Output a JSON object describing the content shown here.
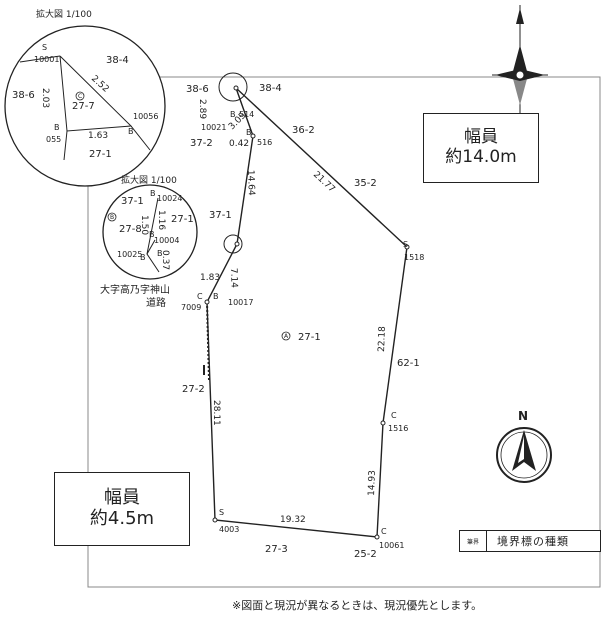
{
  "scale_labels": {
    "inset_top": "拡大図 1/100",
    "inset_middle": "拡大図 1/100"
  },
  "road_east": {
    "title": "幅員",
    "width": "約14.0m"
  },
  "road_west": {
    "title": "幅員",
    "width": "約4.5m"
  },
  "road_name": {
    "line1": "大字高乃字神山",
    "line2": "道路"
  },
  "legend": {
    "header": "筆界",
    "label": "境界標の種類"
  },
  "note": "※図面と現況が異なるときは、現況優先とします。",
  "north_label": "N",
  "subject_lot": {
    "marker": "A",
    "lot": "27-1"
  },
  "neighbor_lots": [
    {
      "id": "38-6"
    },
    {
      "id": "38-4"
    },
    {
      "id": "37-2"
    },
    {
      "id": "36-2"
    },
    {
      "id": "35-2"
    },
    {
      "id": "37-1"
    },
    {
      "id": "62-1"
    },
    {
      "id": "27-2"
    },
    {
      "id": "27-3"
    },
    {
      "id": "25-2"
    }
  ],
  "points": [
    {
      "type": "S",
      "number": "1518"
    },
    {
      "type": "C",
      "number": "1516"
    },
    {
      "type": "C",
      "number": "10061"
    },
    {
      "type": "S",
      "number": "4003"
    },
    {
      "type": "C",
      "number": "7009"
    },
    {
      "type": "B",
      "number": "10017"
    },
    {
      "type": "B",
      "number": "516"
    },
    {
      "type": "B",
      "number": "514"
    },
    {
      "type": "",
      "number": "10021"
    }
  ],
  "dimensions": {
    "d_north_east": "21.77",
    "d_east": "22.18",
    "d_south_east": "14.93",
    "d_south": "19.32",
    "d_west": "28.11",
    "d_nw_upper": "14.64",
    "d_nw_lower": "7.14",
    "d_small_a": "1.83",
    "d_small_b": "2.89",
    "d_small_c": "3.05",
    "d_small_d": "0.42"
  },
  "inset1": {
    "lot_top": "38-4",
    "lot_left": "38-6",
    "lot_inner": "27-7",
    "lot_bottom": "27-1",
    "marker": "C",
    "pt_s_type": "S",
    "pt_s_num": "10001",
    "pt_b1_type": "B",
    "pt_b1_num": "055",
    "pt_b2_type": "B",
    "pt_b2_num": "10056",
    "dim_a": "2.52",
    "dim_b": "2.03",
    "dim_c": "1.63"
  },
  "inset2": {
    "lot_top": "37-1",
    "lot_right": "27-1",
    "lot_inner": "27-8",
    "marker": "B",
    "pt_1_type": "B",
    "pt_1_num": "10024",
    "pt_2_type": "B",
    "pt_2_num": "10004",
    "pt_3_type": "B",
    "pt_3_num": "10025",
    "pt_4_type": "B",
    "dim_a": "1.50",
    "dim_b": "1.16",
    "dim_c": "0.37"
  }
}
